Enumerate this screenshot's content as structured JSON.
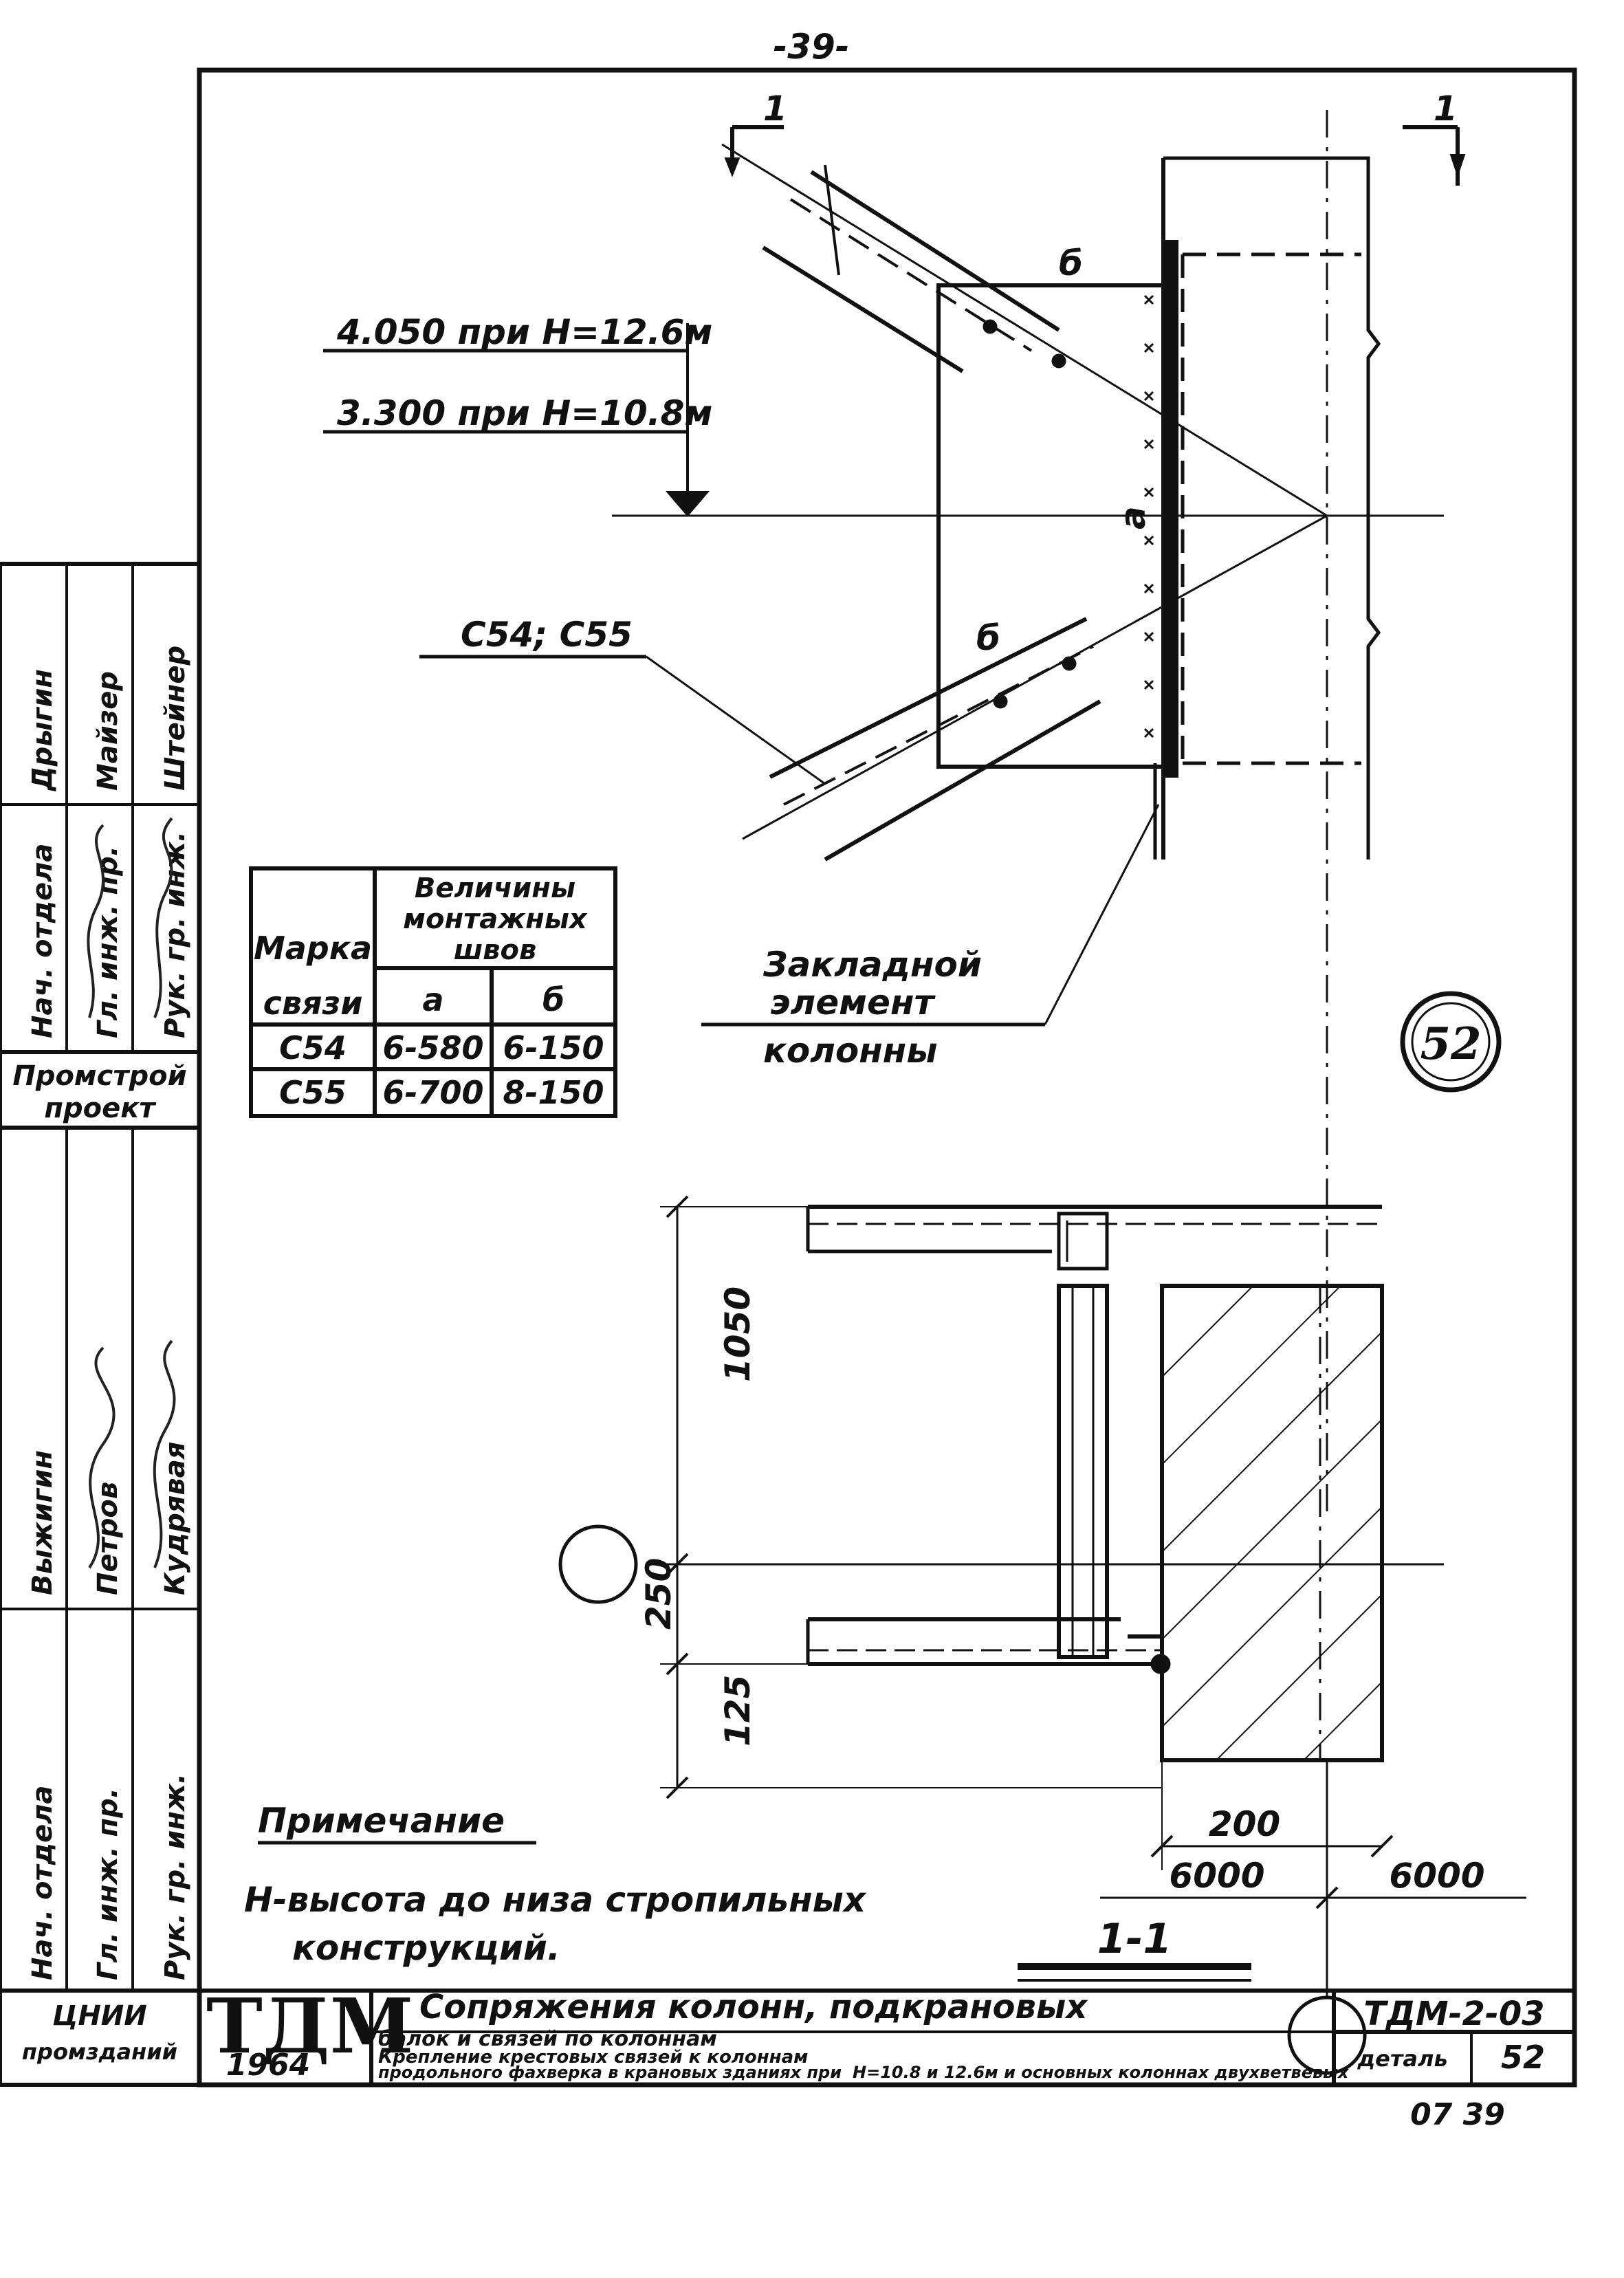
{
  "page_number": "-39-",
  "detail_label": "52",
  "section_mark": "1",
  "section_title": "1-1",
  "elevations": {
    "h12": "4.050 при Н=12.6м",
    "h10": "3.300 при Н=10.8м"
  },
  "marks": {
    "brace": "С54; С55",
    "embed": [
      "Закладной",
      "элемент",
      "колонны"
    ],
    "b_letter": "б",
    "a_letter": "а"
  },
  "dimensions": {
    "d1050": "1050",
    "d250": "250",
    "d125": "125",
    "d200": "200",
    "d6000a": "6000",
    "d6000b": "6000"
  },
  "weld_table": {
    "header_mark": "Марка",
    "header_mark2": "связи",
    "header_values": [
      "Величины",
      "монтажных",
      "швов"
    ],
    "col_a": "а",
    "col_b": "б",
    "rows": [
      {
        "mark": "С54",
        "a": "6-580",
        "b": "6-150"
      },
      {
        "mark": "С55",
        "a": "6-700",
        "b": "8-150"
      }
    ]
  },
  "note": {
    "heading": "Примечание",
    "line1": "Н-высота до низа стропильных",
    "line2": "конструкций."
  },
  "side_stamp": {
    "upper_roles": [
      "Нач. отдела",
      "Гл. инж. пр.",
      "Рук. гр. инж."
    ],
    "upper_names": [
      "Дрыгин",
      "Майзер",
      "Штейнер"
    ],
    "org_upper": [
      "Промстрой",
      "проект"
    ],
    "lower_roles": [
      "Нач. отдела",
      "Гл. инж. пр.",
      "Рук. гр. инж."
    ],
    "lower_names": [
      "Выжигин",
      "Петров",
      "Кудрявая"
    ],
    "org_lower": [
      "ЦНИИ",
      "промзданий"
    ]
  },
  "title_block": {
    "logo": "ТДМ",
    "year": "1964",
    "title_line1": "Сопряжения колонн, подкрановых",
    "title_line2": "балок и связей по колоннам",
    "sub_line1": "Крепление крестовых связей к колоннам",
    "sub_line2": "продольного фахверка в крановых зданиях при",
    "sub_line3": "Н=10.8 и 12.6м и основных колоннах двухветвевых",
    "code": "ТДМ-2-03",
    "detail_word": "деталь",
    "detail_no": "52",
    "footer": "07 39"
  }
}
